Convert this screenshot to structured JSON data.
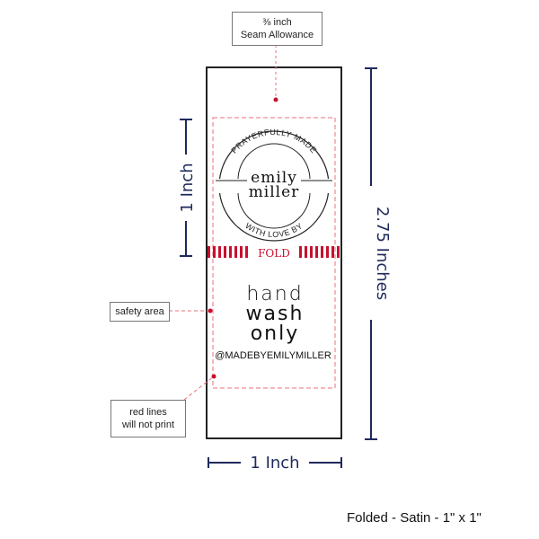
{
  "callouts": {
    "seam": {
      "line1": "⅜ inch",
      "line2": "Seam Allowance"
    },
    "safety": "safety area",
    "red_lines": {
      "line1": "red lines",
      "line2": "will not print"
    }
  },
  "dimensions": {
    "fold_height": "1 Inch",
    "total_height": "2.75 Inches",
    "width": "1 Inch"
  },
  "label": {
    "badge_top": "PRAYERFULLY MADE",
    "badge_bottom": "WITH LOVE BY",
    "brand_line1": "emily",
    "brand_line2": "miller",
    "fold": "FOLD",
    "care_line1": "hand",
    "care_line2": "wash",
    "care_line3": "only",
    "handle": "@MADEBYEMILYMILLER"
  },
  "caption": "Folded - Satin - 1\" x 1\"",
  "colors": {
    "navy": "#1f2a5c",
    "red": "#c8102e",
    "guide": "#e8707a"
  }
}
